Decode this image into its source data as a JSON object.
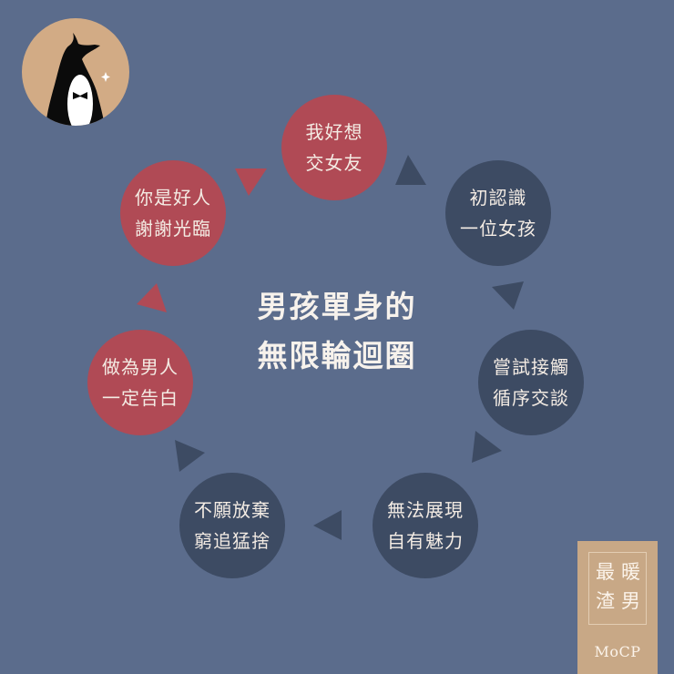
{
  "title": {
    "line1": "男孩單身的",
    "line2": "無限輪迴圈"
  },
  "colors": {
    "background": "#5b6c8c",
    "red_node": "#b04a55",
    "dark_node": "#3d4b63",
    "brand_tan": "#c8a886",
    "text_light": "#f4ece4"
  },
  "cycle": [
    {
      "id": "want-girlfriend",
      "line1": "我好想",
      "line2": "交女友",
      "color": "red"
    },
    {
      "id": "meet-girl",
      "line1": "初認識",
      "line2": "一位女孩",
      "color": "dark"
    },
    {
      "id": "try-contact",
      "line1": "嘗試接觸",
      "line2": "循序交談",
      "color": "dark"
    },
    {
      "id": "no-charm",
      "line1": "無法展現",
      "line2": "自有魅力",
      "color": "dark"
    },
    {
      "id": "never-give-up",
      "line1": "不願放棄",
      "line2": "窮追猛捨",
      "color": "dark"
    },
    {
      "id": "must-confess",
      "line1": "做為男人",
      "line2": "一定告白",
      "color": "red"
    },
    {
      "id": "good-person",
      "line1": "你是好人",
      "line2": "謝謝光臨",
      "color": "red"
    }
  ],
  "logo": {
    "icon": "penguin-tuxedo-icon",
    "sparkle": "sparkle-icon"
  },
  "brand": {
    "chars": [
      "最",
      "暖",
      "渣",
      "男"
    ],
    "subtitle": "MoCP"
  }
}
